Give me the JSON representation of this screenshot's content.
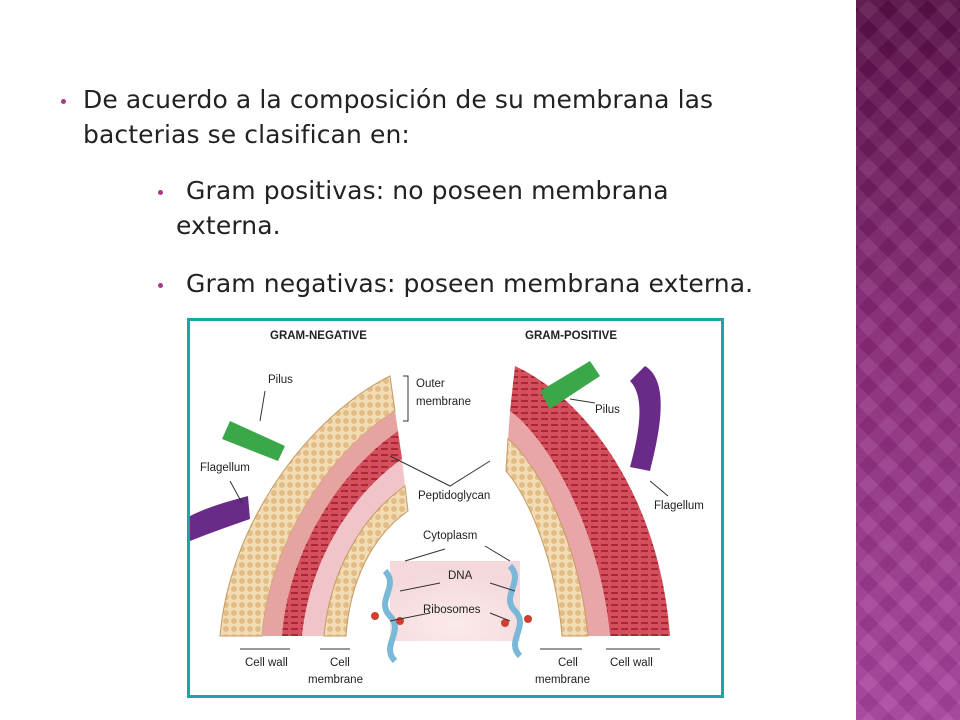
{
  "slide": {
    "bullets": [
      {
        "line1": "De acuerdo a la composición de su membrana las",
        "line2": "bacterias se clasifican en:"
      },
      {
        "line1": " Gram positivas: no poseen membrana",
        "line2": "externa."
      },
      {
        "line1": " Gram negativas: poseen membrana externa."
      }
    ]
  },
  "figure": {
    "headers": {
      "left": "GRAM-NEGATIVE",
      "right": "GRAM-POSITIVE"
    },
    "labels": {
      "pilus_left": "Pilus",
      "outer_membrane_1": "Outer",
      "outer_membrane_2": "membrane",
      "flagellum_left": "Flagellum",
      "peptidoglycan": "Peptidoglycan",
      "pilus_right": "Pilus",
      "flagellum_right": "Flagellum",
      "cytoplasm": "Cytoplasm",
      "dna": "DNA",
      "ribosomes": "Ribosomes",
      "cell_wall_left": "Cell wall",
      "cell_membrane_left_1": "Cell",
      "cell_membrane_left_2": "membrane",
      "cell_membrane_right_1": "Cell",
      "cell_membrane_right_2": "membrane",
      "cell_wall_right": "Cell wall"
    },
    "colors": {
      "frame": "#1aa6a4",
      "lipid": "#e8c99a",
      "peptidoglycan": "#c8404e",
      "pilus": "#3aa848",
      "flagellum": "#6a2a88",
      "dna": "#7ab8d8",
      "ribosome": "#d04030"
    }
  },
  "theme": {
    "accent": "#a03a8a",
    "band_dark": "#5a1048",
    "band_light": "#a844a0"
  }
}
